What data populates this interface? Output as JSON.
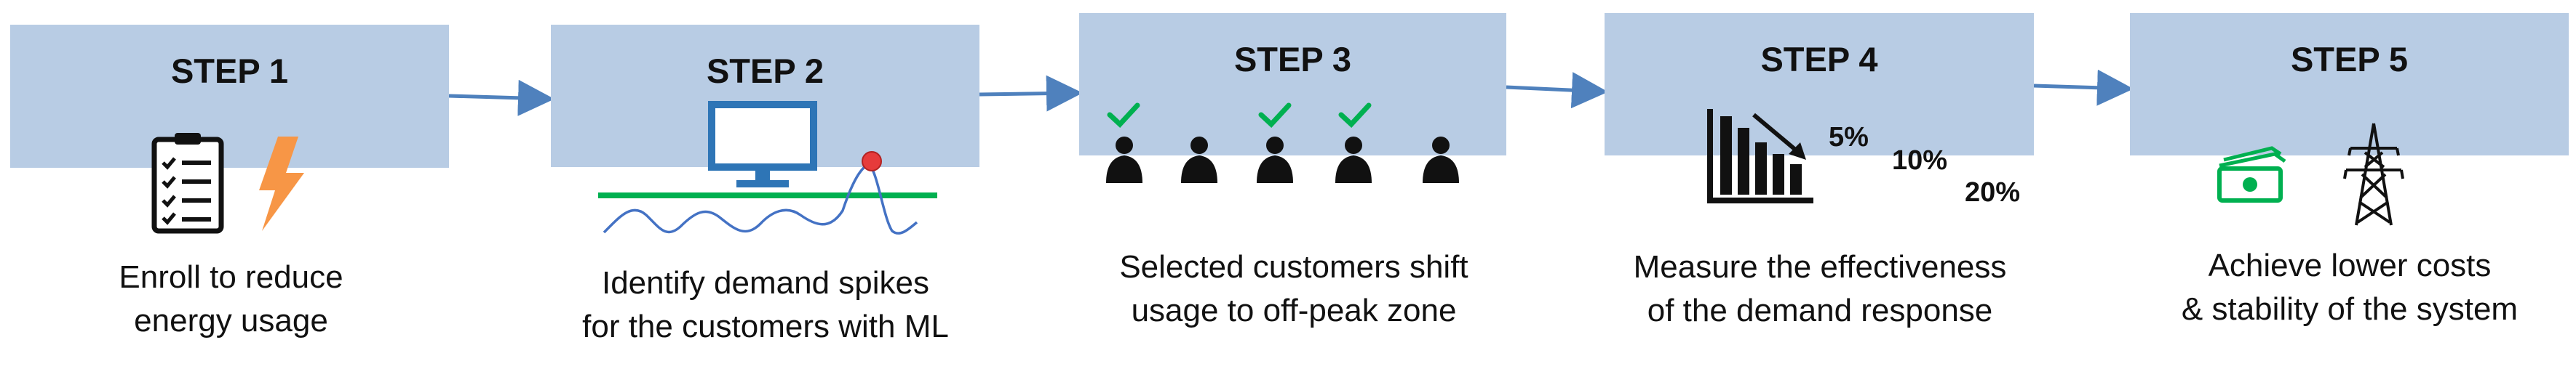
{
  "steps": [
    {
      "title": "STEP 1",
      "caption_lines": [
        "Enroll to reduce",
        "energy usage"
      ],
      "icons": [
        "checklist-icon",
        "lightning-icon"
      ]
    },
    {
      "title": "STEP 2",
      "caption_lines": [
        "Identify demand spikes",
        "for the customers with ML"
      ],
      "icons": [
        "monitor-icon",
        "demand-spike-graph-icon"
      ]
    },
    {
      "title": "STEP 3",
      "caption_lines": [
        "Selected customers shift",
        "usage to off-peak zone"
      ],
      "icons": [
        "person-icon",
        "checkmark-icon"
      ]
    },
    {
      "title": "STEP 4",
      "caption_lines": [
        "Measure the effectiveness",
        "of the demand response"
      ],
      "icons": [
        "declining-bar-chart-icon"
      ],
      "percentages": [
        "5%",
        "10%",
        "20%"
      ]
    },
    {
      "title": "STEP 5",
      "caption_lines": [
        "Achieve lower costs",
        "& stability of the system"
      ],
      "icons": [
        "money-icon",
        "power-tower-icon"
      ]
    }
  ],
  "colors": {
    "box": "#b8cce4",
    "arrow": "#4f81bd",
    "monitor": "#2e75b6",
    "orange": "#f79646",
    "green": "#00b050",
    "spike_dot": "#e63b3b"
  }
}
